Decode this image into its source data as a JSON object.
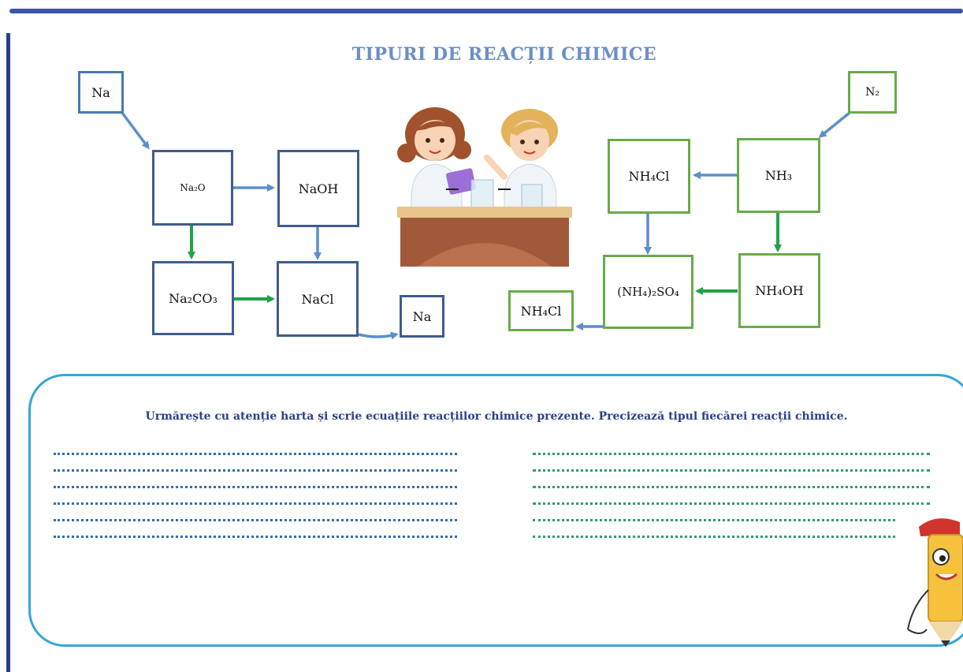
{
  "title": "TIPURI DE REACȚII CHIMICE",
  "left_scheme": {
    "na_top": "Na",
    "na2o": "Na₂O",
    "naoh": "NaOH",
    "na2co3": "Na₂CO₃",
    "nacl": "NaCl",
    "na_bottom": "Na"
  },
  "right_scheme": {
    "n2": "N₂",
    "nh3": "NH₃",
    "nh4cl_top": "NH₄Cl",
    "nh4oh": "NH₄OH",
    "nh4_2so4": "(NH₄)₂SO₄",
    "nh4cl_bottom": "NH₄Cl"
  },
  "colors": {
    "blue_arrow": "#5b8fcc",
    "green_arrow": "#1fa34a",
    "blue_box": "#3f5c8f",
    "green_box": "#6aaa4a",
    "frame": "#34a6d8",
    "title": "#6b8fc7"
  },
  "task": {
    "instruction": "Urmărește cu atenție harta și scrie ecuațiile reacțiilor chimice prezente. Precizează tipul fiecărei reacții chimice.",
    "left_line_count": 6,
    "right_line_count": 6
  },
  "illustration": "scientists-at-lab-bench",
  "mascot": "pencil-mascot-icon"
}
